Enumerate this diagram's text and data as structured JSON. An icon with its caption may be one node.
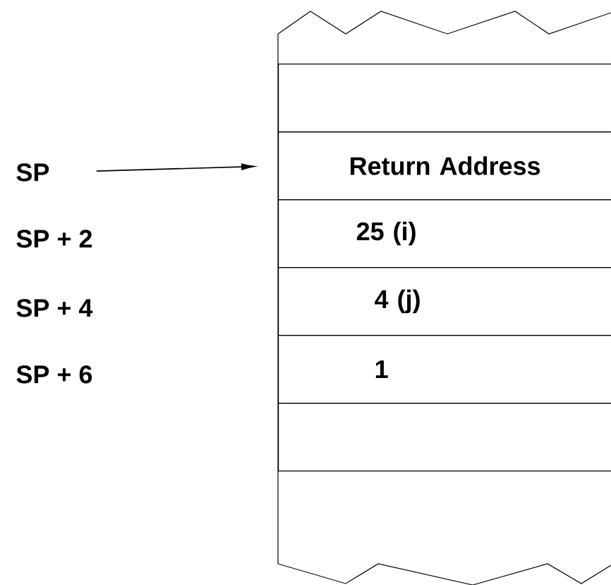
{
  "diagram": {
    "nodes": [
      {
        "text": [
          "SP"
        ]
      },
      {
        "text": [],
        "shape": "box"
      },
      {
        "text": [
          "Return Address"
        ]
      },
      {
        "text": [
          "25 (i)"
        ]
      },
      {
        "text": [
          "4 (j)"
        ]
      },
      {
        "text": [
          "1"
        ]
      },
      {
        "text": [],
        "shape": "box"
      }
    ],
    "edges": [
      {
        "from": 0,
        "to": 2,
        "arrow": "to"
      }
    ],
    "labels": [
      "SP + 2",
      "SP + 4",
      "SP + 6"
    ]
  }
}
